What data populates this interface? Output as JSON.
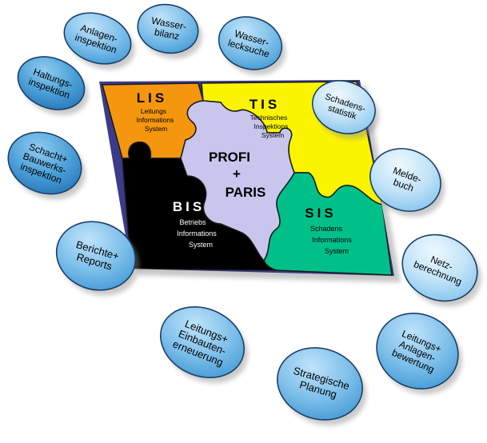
{
  "center": {
    "line1": "PROFI",
    "line2": "+",
    "line3": "PARIS"
  },
  "pieces": {
    "lis": {
      "title": "LIS",
      "sub": [
        "Leitungs",
        "Informations",
        "System"
      ],
      "color": "#f5960f"
    },
    "tis": {
      "title": "TIS",
      "sub": [
        "Technisches",
        "Inspektions",
        "System"
      ],
      "color": "#fbf400"
    },
    "bis": {
      "title": "BIS",
      "sub": [
        "Betriebs",
        "Informations",
        "System"
      ],
      "color": "#000000"
    },
    "sis": {
      "title": "SIS",
      "sub": [
        "Schadens",
        "Informations",
        "System"
      ],
      "color": "#00c08a"
    },
    "center_color": "#c9c6ee",
    "board_color": "#3b3b8a"
  },
  "bubbles": [
    {
      "id": "wasserbilanz",
      "lines": [
        "Wasser-",
        "bilanz"
      ]
    },
    {
      "id": "anlageninspektion",
      "lines": [
        "Anlagen-",
        "inspektion"
      ]
    },
    {
      "id": "wasserlecksuche",
      "lines": [
        "Wasser-",
        "lecksuche"
      ]
    },
    {
      "id": "haltungsinspektion",
      "lines": [
        "Haltungs-",
        "inspektion"
      ]
    },
    {
      "id": "schadensstatistik",
      "lines": [
        "Schadens-",
        "statistik"
      ]
    },
    {
      "id": "schacht-bauwerksinspektion",
      "lines": [
        "Schacht+",
        "Bauwerks-",
        "inspektion"
      ]
    },
    {
      "id": "meldebuch",
      "lines": [
        "Melde-",
        "buch"
      ]
    },
    {
      "id": "berichte-reports",
      "lines": [
        "Berichte+",
        "Reports"
      ]
    },
    {
      "id": "netzberechnung",
      "lines": [
        "Netz-",
        "berechnung"
      ]
    },
    {
      "id": "leitungs-einbautenerneuerung",
      "lines": [
        "Leitungs+",
        "Einbauten-",
        "erneuerung"
      ]
    },
    {
      "id": "leitungs-anlagenbewertung",
      "lines": [
        "Leitungs+",
        "Anlagen-",
        "bewertung"
      ]
    },
    {
      "id": "strategische-planung",
      "lines": [
        "Strategische",
        "Planung"
      ]
    }
  ],
  "colors": {
    "bubble_light": "#cde8f9",
    "bubble_mid": "#8cc8ee",
    "bubble_dark": "#4a9fd8",
    "bubble_stroke": "#1c3f66"
  }
}
